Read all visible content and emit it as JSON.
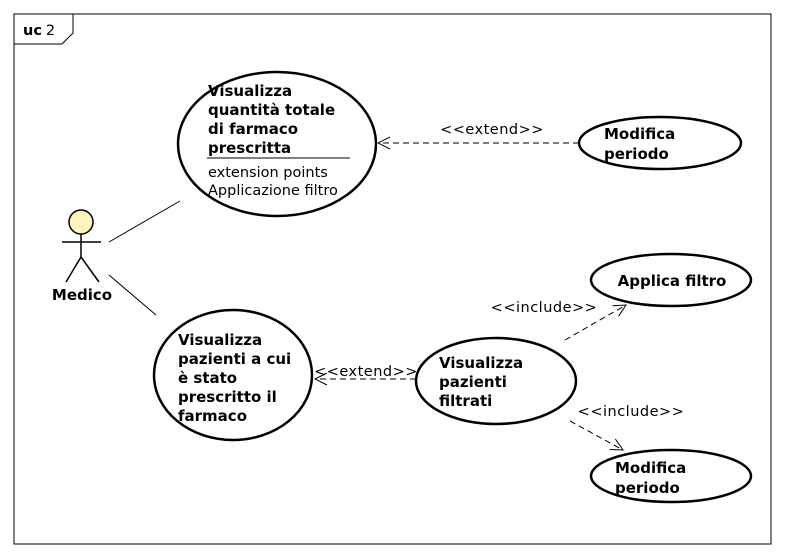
{
  "frame": {
    "keyword": "uc",
    "name": "2"
  },
  "actor": {
    "label": "Medico",
    "head_color": "#fdf3c0"
  },
  "use_cases": {
    "total_quantity": {
      "lines": [
        "Visualizza",
        "quantità totale",
        "di farmaco",
        "prescritta"
      ],
      "compartment_title": "extension points",
      "extension_point": "Applicazione filtro"
    },
    "edit_period_top": {
      "lines": [
        "Modifica",
        "periodo"
      ]
    },
    "patients": {
      "lines": [
        "Visualizza",
        "pazienti a cui",
        "è stato",
        "prescritto il",
        "farmaco"
      ]
    },
    "filtered_patients": {
      "lines": [
        "Visualizza",
        "pazienti",
        "filtrati"
      ]
    },
    "apply_filter": {
      "lines": [
        "Applica filtro"
      ]
    },
    "edit_period_bottom": {
      "lines": [
        "Modifica",
        "periodo"
      ]
    }
  },
  "relations": {
    "extend_top": "<<extend>>",
    "extend_mid": "<<extend>>",
    "include_top": "<<include>>",
    "include_bottom": "<<include>>"
  }
}
